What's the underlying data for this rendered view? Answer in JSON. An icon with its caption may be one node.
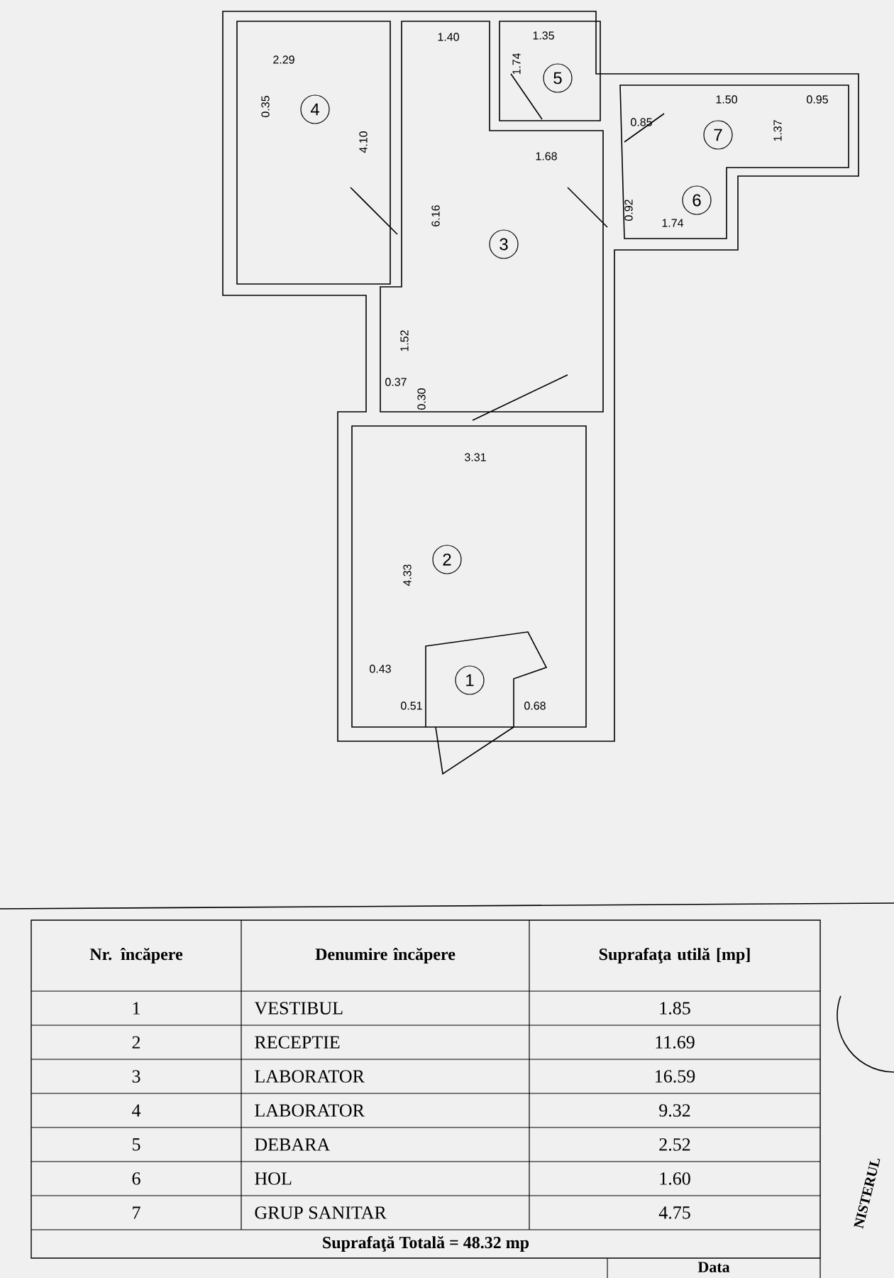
{
  "diagram": {
    "nodes": [
      {
        "text": [
          "1"
        ]
      },
      {
        "text": [
          "2"
        ]
      },
      {
        "text": [
          "3"
        ]
      },
      {
        "text": [
          "4"
        ]
      },
      {
        "text": [
          "5"
        ]
      },
      {
        "text": [
          "6"
        ]
      },
      {
        "text": [
          "7"
        ]
      }
    ],
    "labels": [
      "1.40",
      "1.35",
      "2.29",
      "0.35",
      "4.10",
      "1.74",
      "0.85",
      "1.50",
      "0.95",
      "1.37",
      "1.68",
      "6.16",
      "0.92",
      "1.74",
      "1.52",
      "0.37",
      "0.30",
      "3.31",
      "4.33",
      "0.43",
      "0.51",
      "0.68",
      "Nr. încăpere",
      "Denumire încăpere",
      "Suprafaţa utilă [mp]",
      "1",
      "VESTIBUL",
      "1.85",
      "2",
      "RECEPTIE",
      "11.69",
      "3",
      "LABORATOR",
      "16.59",
      "4",
      "LABORATOR",
      "9.32",
      "5",
      "DEBARA",
      "2.52",
      "6",
      "HOL",
      "1.60",
      "7",
      "GRUP SANITAR",
      "4.75",
      "Suprafaţă Totală = 48.32 mp",
      "Data",
      "NISTERUL"
    ]
  }
}
